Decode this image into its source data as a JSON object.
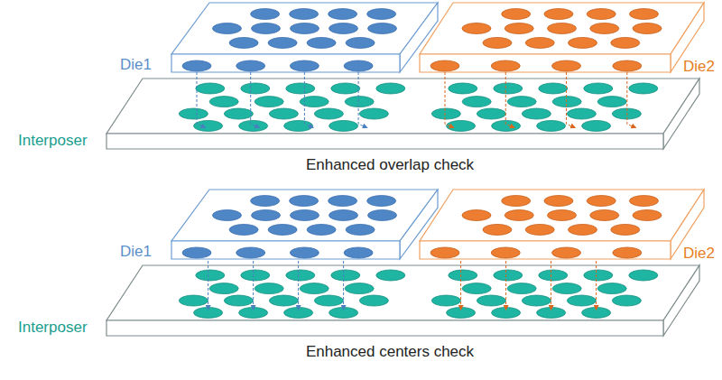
{
  "diagram": {
    "nodes": [
      {
        "text": [
          "Die1"
        ]
      },
      {
        "text": [
          "Die2"
        ]
      },
      {
        "text": [
          "Interposer"
        ]
      },
      {
        "text": [
          "Die1"
        ]
      },
      {
        "text": [
          "Die2"
        ]
      },
      {
        "text": [
          "Interposer"
        ]
      }
    ],
    "labels": [
      "Enhanced overlap check",
      "Enhanced centers check"
    ]
  }
}
